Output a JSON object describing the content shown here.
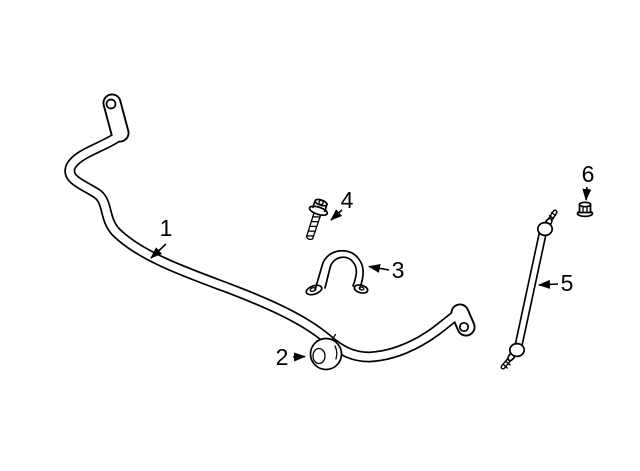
{
  "diagram": {
    "background_color": "#ffffff",
    "line_color": "#000000",
    "callouts": [
      {
        "label": "1"
      },
      {
        "label": "2"
      },
      {
        "label": "3"
      },
      {
        "label": "4"
      },
      {
        "label": "5"
      },
      {
        "label": "6"
      }
    ]
  }
}
